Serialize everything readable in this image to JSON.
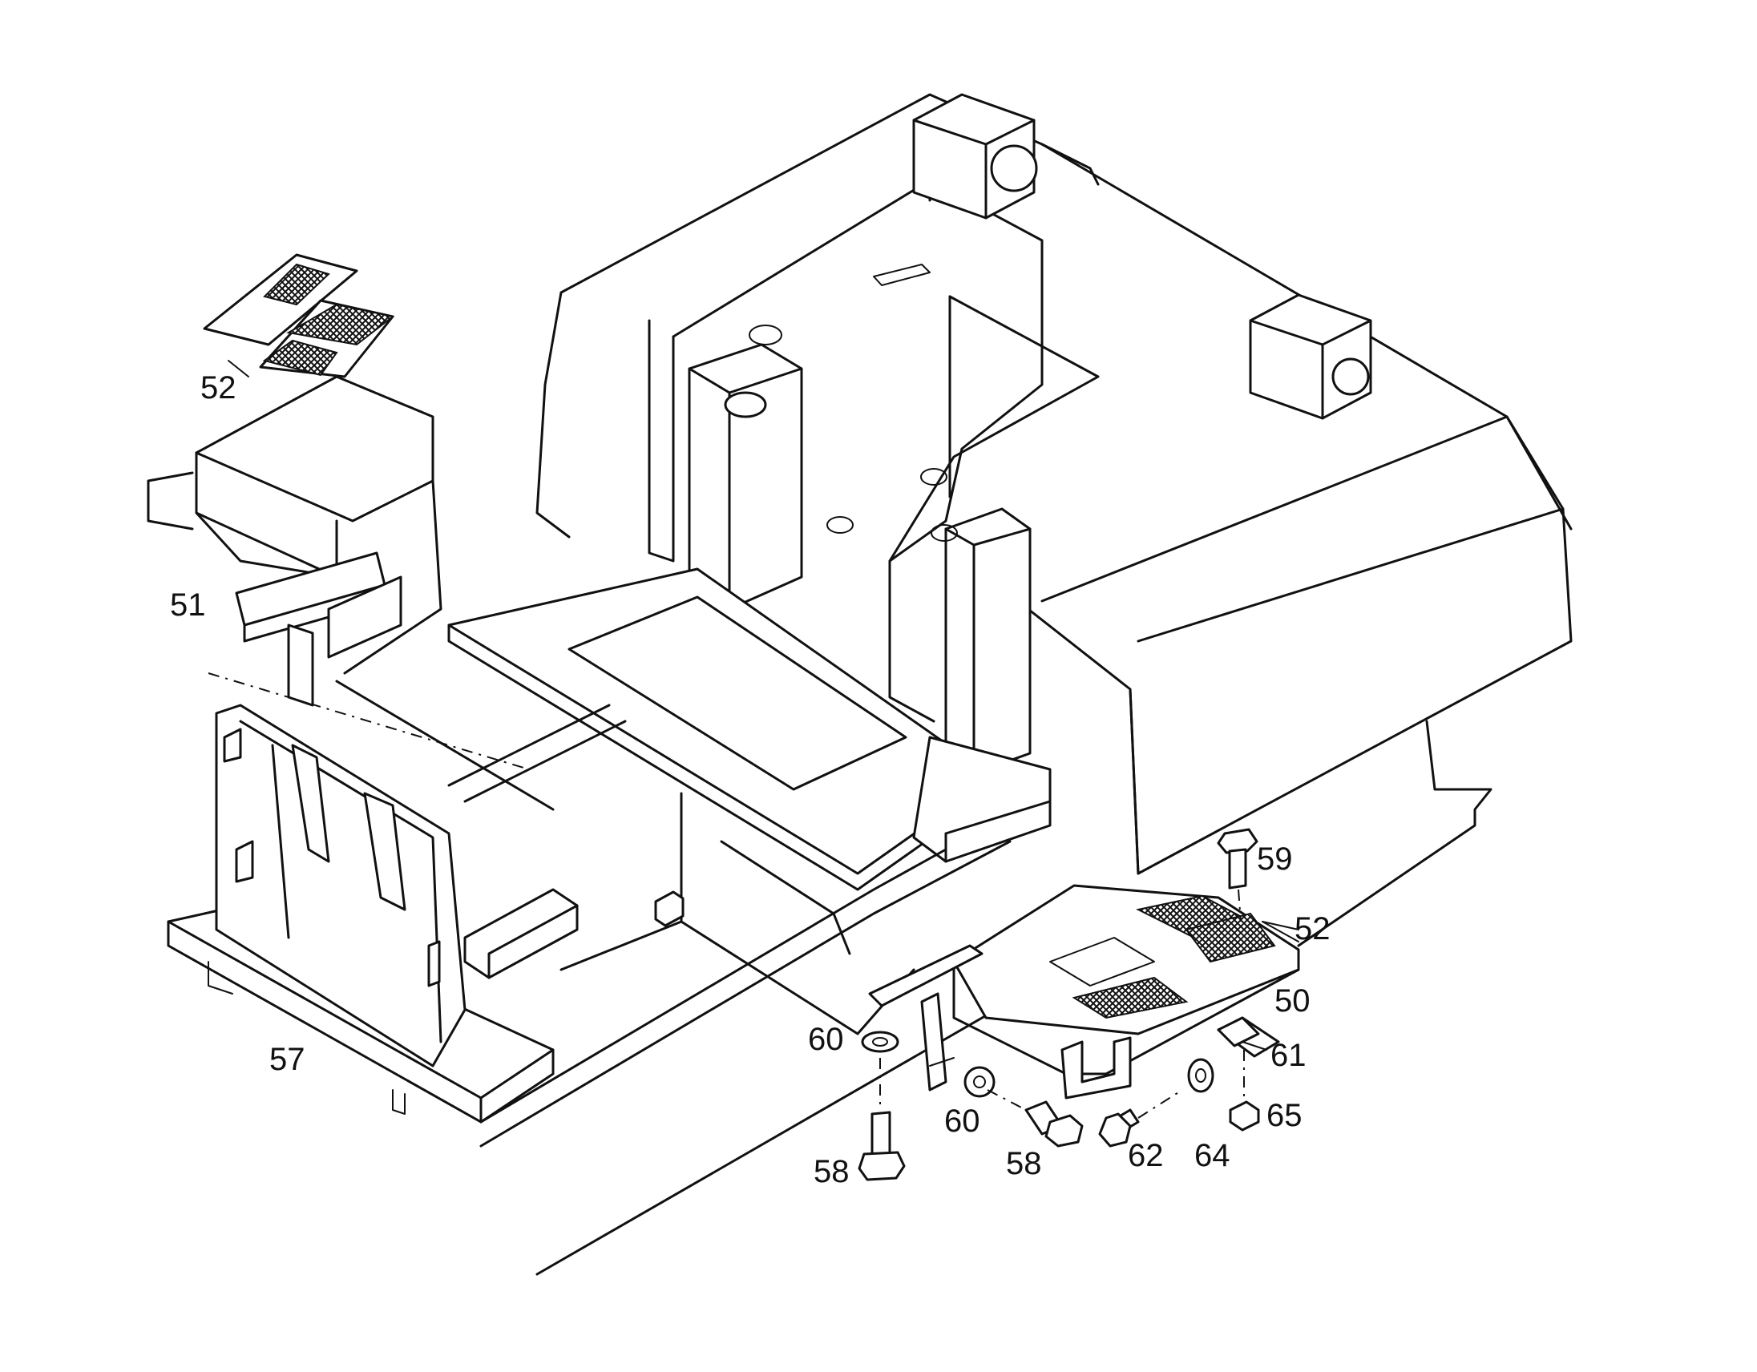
{
  "diagram": {
    "part_labels": [
      {
        "id": "label-52-top",
        "text": "52"
      },
      {
        "id": "label-51",
        "text": "51"
      },
      {
        "id": "label-57",
        "text": "57"
      },
      {
        "id": "label-59",
        "text": "59"
      },
      {
        "id": "label-52-right",
        "text": "52"
      },
      {
        "id": "label-50",
        "text": "50"
      },
      {
        "id": "label-60-a",
        "text": "60"
      },
      {
        "id": "label-61",
        "text": "61"
      },
      {
        "id": "label-60-b",
        "text": "60"
      },
      {
        "id": "label-65",
        "text": "65"
      },
      {
        "id": "label-58-a",
        "text": "58"
      },
      {
        "id": "label-58-b",
        "text": "58"
      },
      {
        "id": "label-62",
        "text": "62"
      },
      {
        "id": "label-64",
        "text": "64"
      }
    ]
  }
}
